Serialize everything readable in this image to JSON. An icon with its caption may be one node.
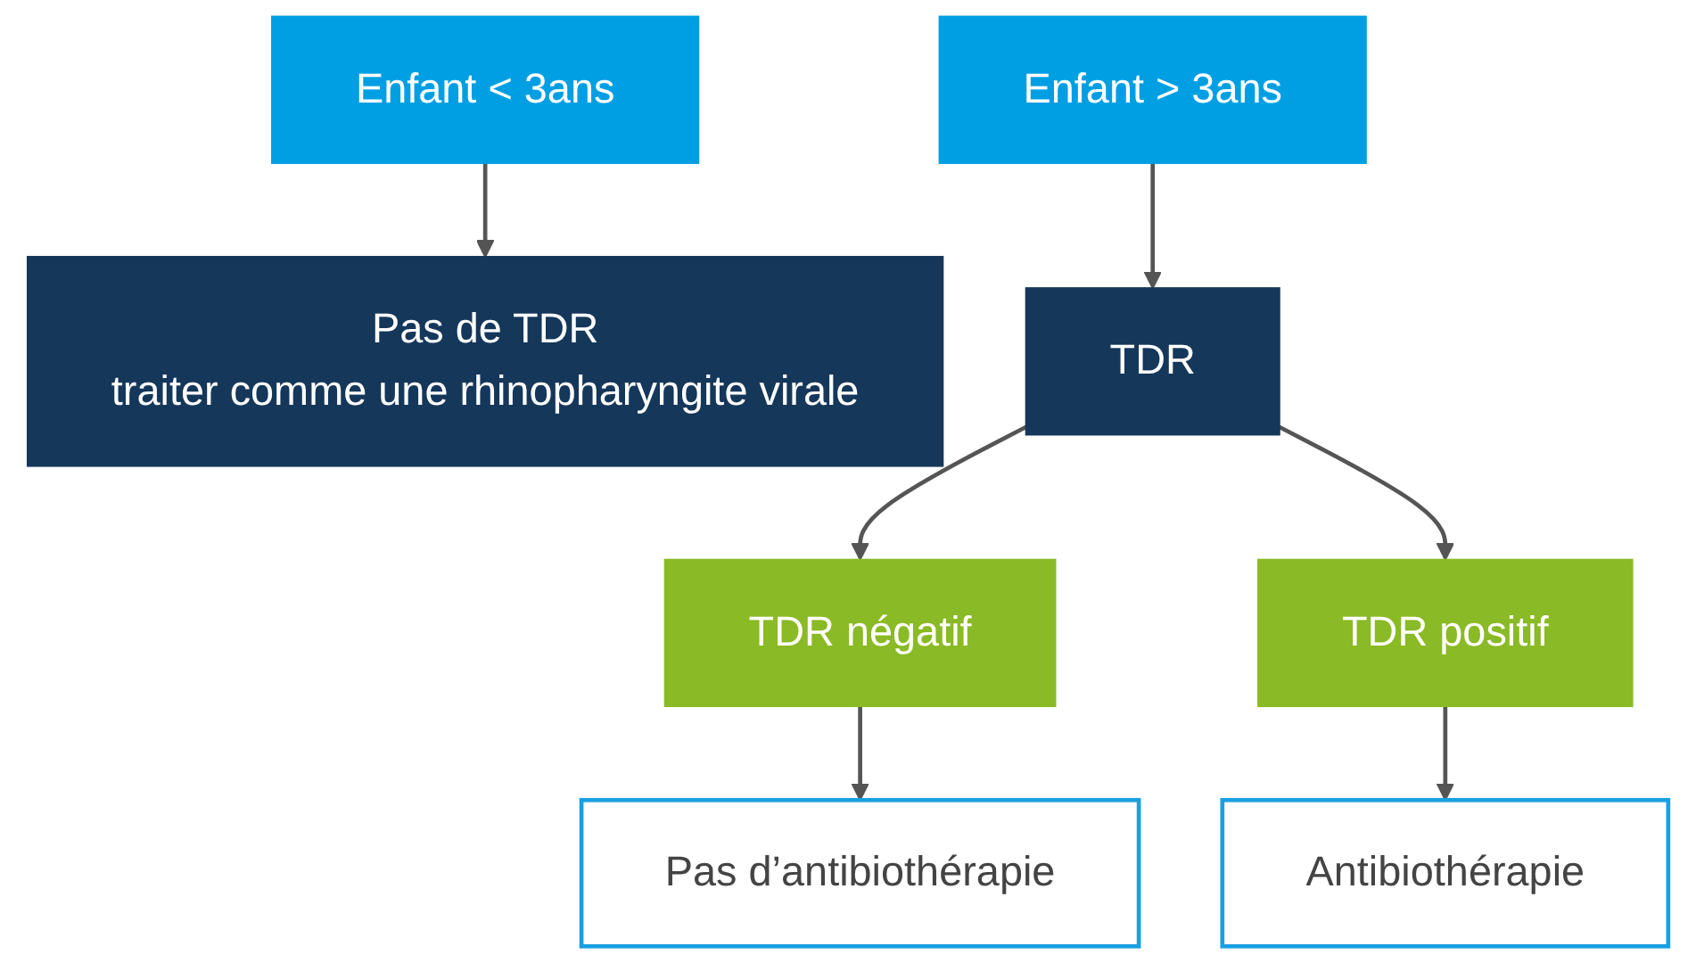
{
  "diagram": {
    "nodes": [
      {
        "text": [
          "Enfant < 3ans"
        ]
      },
      {
        "text": [
          "Enfant > 3ans"
        ]
      },
      {
        "text": [
          "Pas de TDR",
          "traiter comme une rhinopharyngite virale"
        ]
      },
      {
        "text": [
          "TDR"
        ]
      },
      {
        "text": [
          "TDR négatif"
        ]
      },
      {
        "text": [
          "TDR positif"
        ]
      },
      {
        "text": [
          "Pas d’antibiothérapie"
        ]
      },
      {
        "text": [
          "Antibiothérapie"
        ]
      }
    ],
    "edges": [
      {
        "from": 0,
        "to": 2,
        "arrow": "to"
      },
      {
        "from": 1,
        "to": 3,
        "arrow": "to"
      },
      {
        "from": 3,
        "to": 4,
        "arrow": "to"
      },
      {
        "from": 3,
        "to": 5,
        "arrow": "to"
      },
      {
        "from": 4,
        "to": 6,
        "arrow": "to"
      },
      {
        "from": 5,
        "to": 7,
        "arrow": "to"
      }
    ]
  }
}
